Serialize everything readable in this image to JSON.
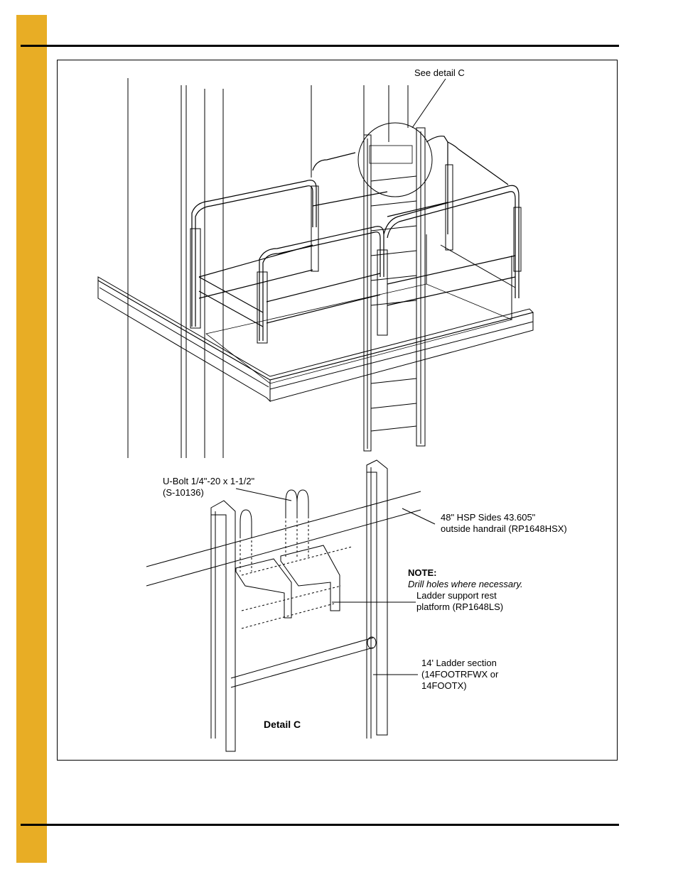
{
  "callouts": {
    "see_detail": "See detail C",
    "ubolt": "U-Bolt 1/4\"-20 x 1-1/2\"\n(S-10136)",
    "sides": "48\" HSP Sides 43.605\"\noutside handrail (RP1648HSX)",
    "ladder_support": "Ladder support rest\nplatform (RP1648LS)",
    "ladder_section": "14' Ladder section\n(14FOOTRFWX or\n14FOOTX)"
  },
  "note": {
    "label": "NOTE:",
    "text": "Drill holes where necessary."
  },
  "detail_title": "Detail C",
  "colors": {
    "side_tab": "#e8ad25",
    "rule": "#000000",
    "line": "#000000"
  }
}
